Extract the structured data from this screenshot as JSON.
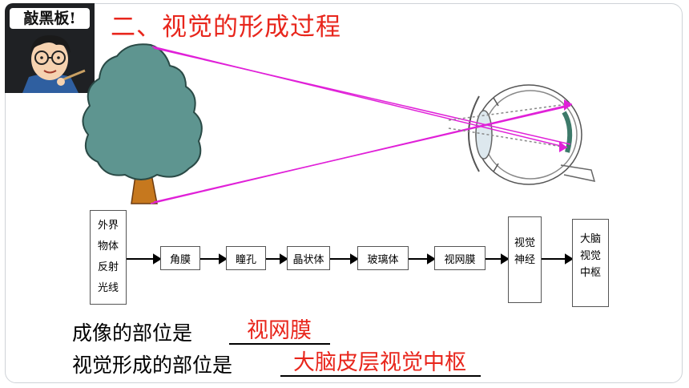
{
  "logo": {
    "text": "敲黑板!",
    "icon": "teacher-cartoon-icon"
  },
  "title": "二、视觉的形成过程",
  "flow": {
    "source_lines": [
      "外界",
      "物体",
      "反射",
      "光线"
    ],
    "steps": [
      "角膜",
      "瞳孔",
      "晶状体",
      "玻璃体",
      "视网膜"
    ],
    "nerve_lines": [
      "视觉",
      "神经"
    ],
    "center_lines": [
      "大脑",
      "视觉",
      "中枢"
    ]
  },
  "questions": [
    {
      "label": "成像的部位是",
      "answer": "视网膜"
    },
    {
      "label": "视觉形成的部位是",
      "answer": "大脑皮层视觉中枢"
    }
  ],
  "colors": {
    "title": "#e8261c",
    "answer": "#e8261c",
    "light_ray": "#e020d8",
    "tree_crown": "#5e9590",
    "tree_trunk": "#c6781e"
  }
}
